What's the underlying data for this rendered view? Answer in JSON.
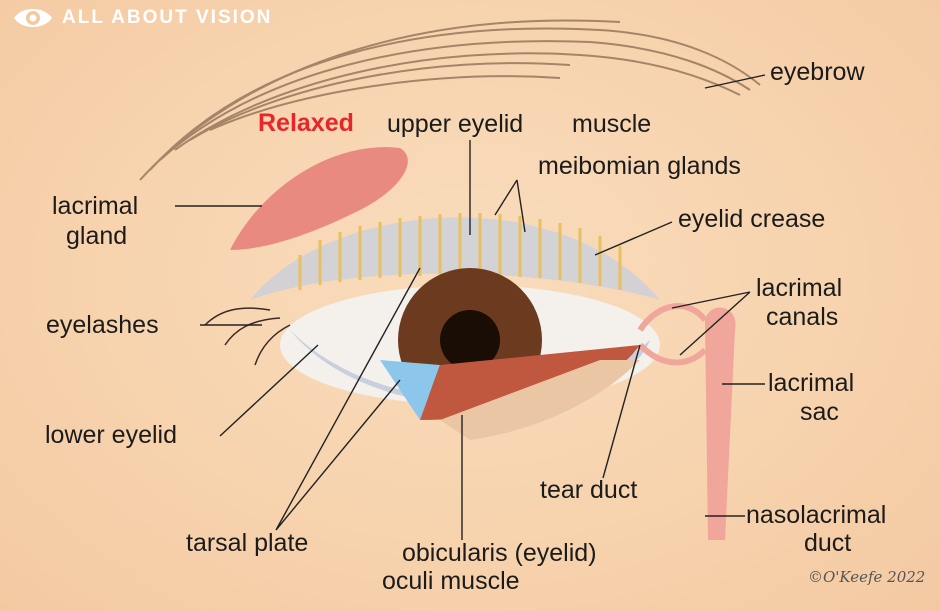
{
  "logo": {
    "text": "ALL ABOUT VISION"
  },
  "labels": {
    "eyebrow": "eyebrow",
    "relaxed": "Relaxed",
    "upper_eyelid": "upper eyelid",
    "muscle": "muscle",
    "meibomian": "meibomian glands",
    "lacrimal_gland_1": "lacrimal",
    "lacrimal_gland_2": "gland",
    "eyelid_crease": "eyelid crease",
    "lacrimal_canals_1": "lacrimal",
    "lacrimal_canals_2": "canals",
    "eyelashes": "eyelashes",
    "lacrimal_sac_1": "lacrimal",
    "lacrimal_sac_2": "sac",
    "lower_eyelid": "lower eyelid",
    "tear_duct": "tear duct",
    "nasolacrimal_1": "nasolacrimal",
    "nasolacrimal_2": "duct",
    "tarsal_plate": "tarsal plate",
    "obicularis": "obicularis (eyelid)",
    "oculi": "oculi muscle"
  },
  "signature": "©O'Keefe 2022"
}
